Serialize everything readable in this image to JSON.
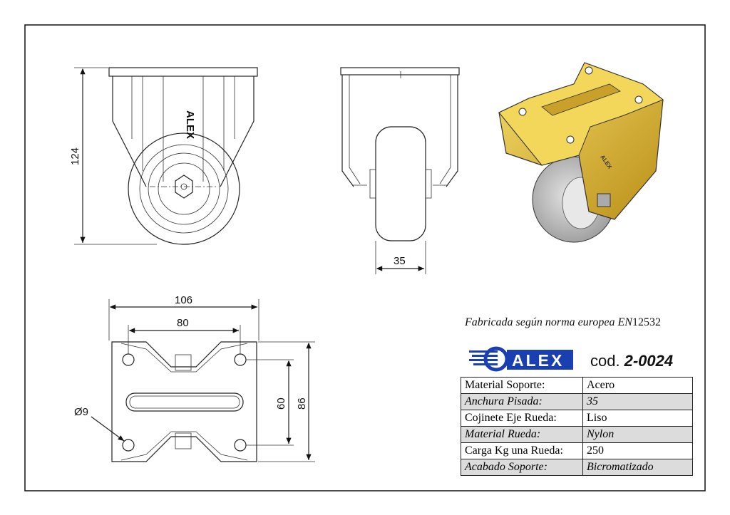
{
  "drawing": {
    "dimensions": {
      "height": "124",
      "tread_width": "35",
      "plate_width": "106",
      "hole_spacing_x": "80",
      "hole_spacing_y": "60",
      "plate_length": "86",
      "hole_diameter": "Ø9"
    },
    "wheel_stamp": "ALEX"
  },
  "norm": {
    "prefix": "Fabricada según norma europea EN",
    "number": "12532"
  },
  "brand": {
    "logo_text": "ALEX",
    "color": "#1a3fb0"
  },
  "code": {
    "label": "cod.",
    "value": "2-0024"
  },
  "spec_rows": [
    {
      "key": "Material Soporte:",
      "value": "Acero"
    },
    {
      "key": "Anchura Pisada:",
      "value": "35"
    },
    {
      "key": "Cojinete Eje Rueda:",
      "value": "Liso"
    },
    {
      "key": "Material Rueda:",
      "value": "Nylon"
    },
    {
      "key": "Carga Kg una Rueda:",
      "value": "250"
    },
    {
      "key": "Acabado Soporte:",
      "value": "Bicromatizado"
    }
  ],
  "colors": {
    "bracket_yellow": "#e8c43a",
    "wheel_grey": "#c8c8c8"
  }
}
